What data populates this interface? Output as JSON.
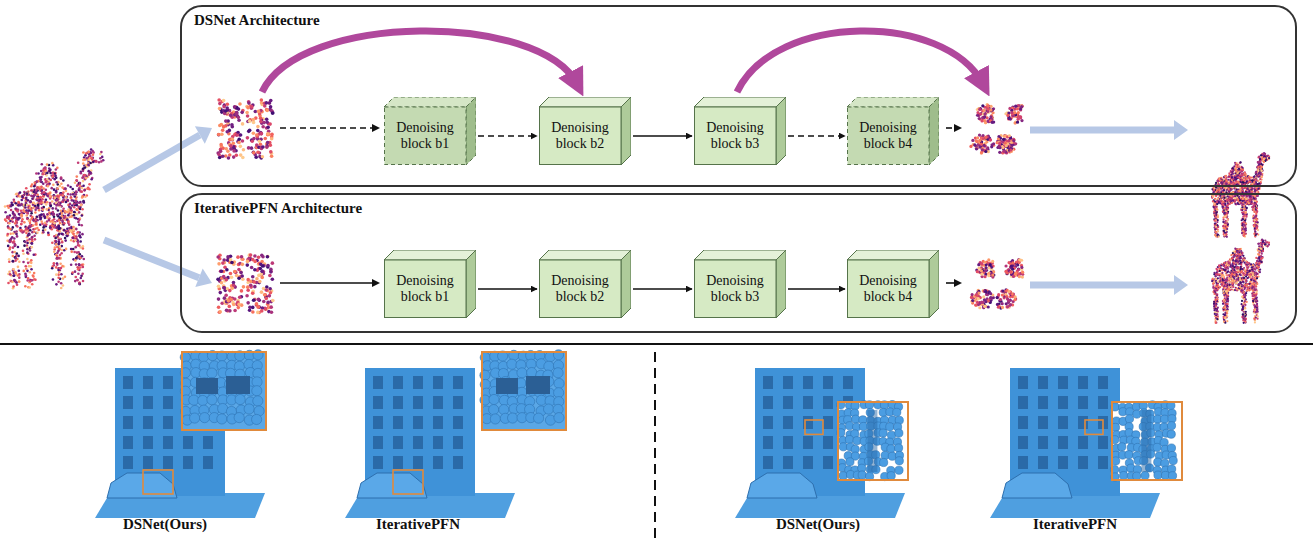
{
  "diagram": {
    "nodes": [
      {
        "text": [
          "DSNet Architecture"
        ]
      },
      {
        "text": [
          "Denoising block b1"
        ],
        "in": 0
      },
      {
        "text": [
          "Denoising block b2"
        ],
        "in": 0
      },
      {
        "text": [
          "Denoising block b3"
        ],
        "in": 0
      },
      {
        "text": [
          "Denoising block b4"
        ],
        "in": 0
      },
      {
        "text": [
          "IterativePFN Architecture"
        ]
      },
      {
        "text": [
          "Denoising block b1"
        ],
        "in": 5
      },
      {
        "text": [
          "Denoising block b2"
        ],
        "in": 5
      },
      {
        "text": [
          "Denoising block b3"
        ],
        "in": 5
      },
      {
        "text": [
          "Denoising block b4"
        ],
        "in": 5
      }
    ],
    "edges": [
      {
        "from": 1,
        "to": 2,
        "arrow": "to"
      },
      {
        "from": 2,
        "to": 3,
        "arrow": "to"
      },
      {
        "from": 3,
        "to": 4,
        "arrow": "to"
      },
      {
        "from": 6,
        "to": 7,
        "arrow": "to"
      },
      {
        "from": 7,
        "to": 8,
        "arrow": "to"
      },
      {
        "from": 8,
        "to": 9,
        "arrow": "to"
      }
    ],
    "labels": [
      "DSNet(Ours)",
      "IterativePFN",
      "DSNet(Ours)",
      "IterativePFN"
    ]
  }
}
